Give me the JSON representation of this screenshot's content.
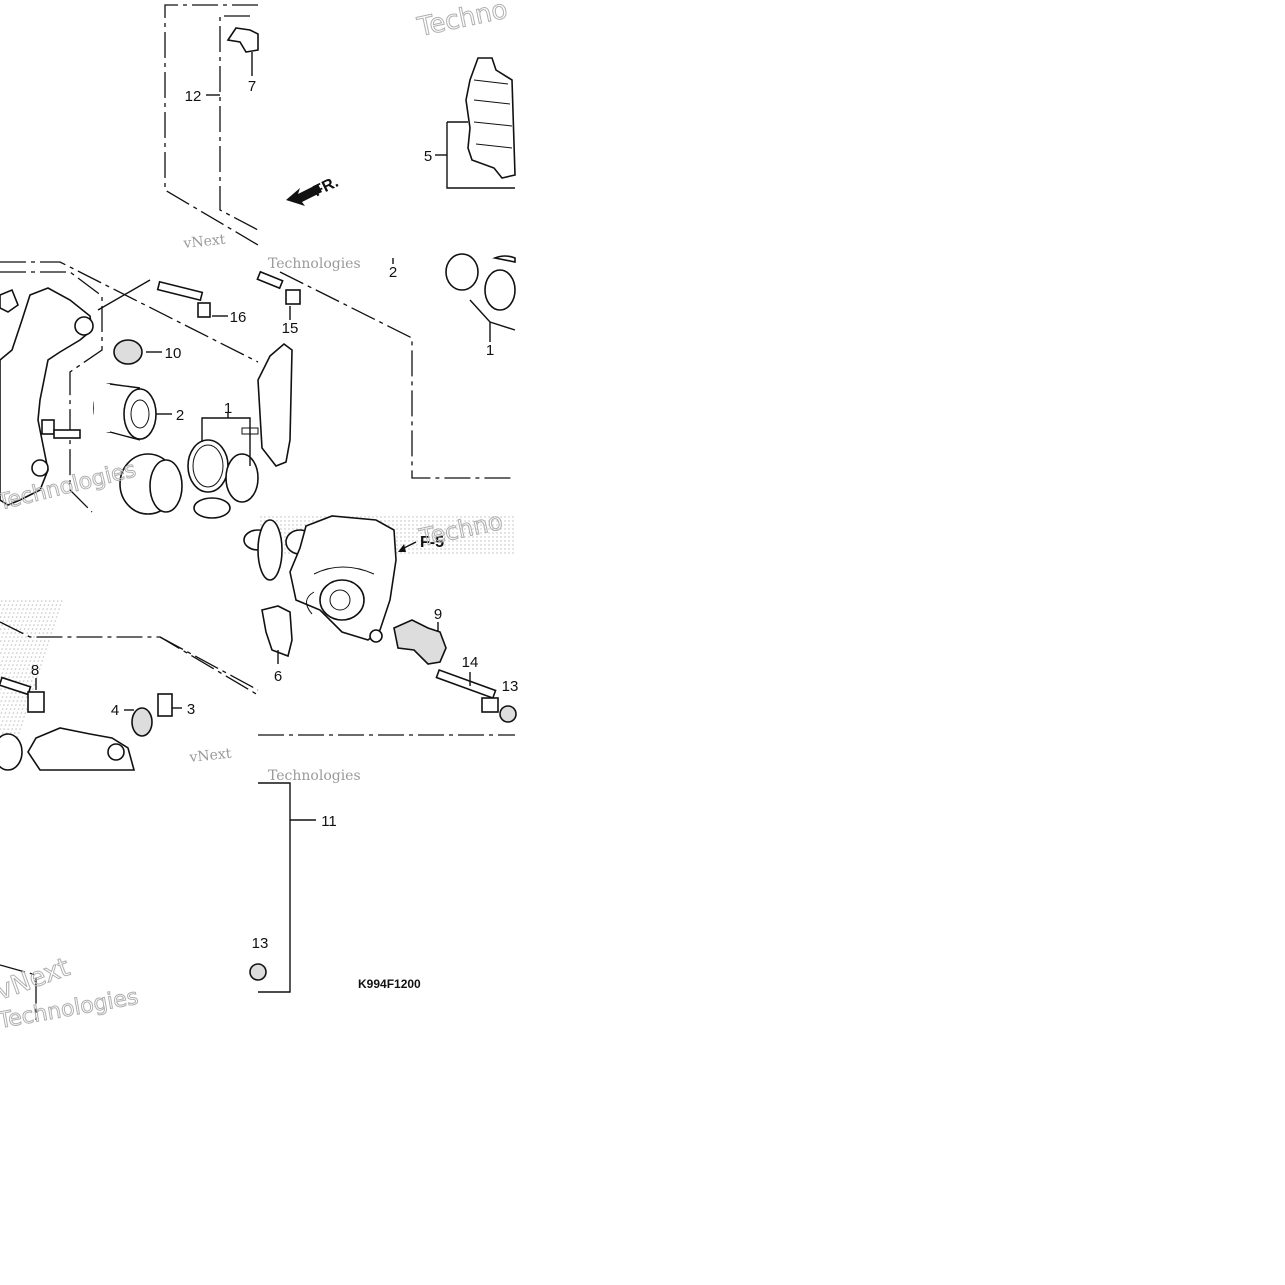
{
  "diagram": {
    "code": "K994F1200",
    "front_marker": "FR.",
    "ref_label": "F-5",
    "callouts": {
      "c1a": "1",
      "c1b": "1",
      "c2a": "2",
      "c2b": "2",
      "c3a": "3",
      "c4": "4",
      "c5": "5",
      "c6": "6",
      "c7": "7",
      "c8": "8",
      "c9": "9",
      "c10": "10",
      "c11": "11",
      "c12": "12",
      "c13a": "13",
      "c13b": "13",
      "c14": "14",
      "c15": "15",
      "c16": "16"
    }
  },
  "watermark": {
    "line1": "vNext",
    "line2": "Technologies",
    "short": "Techno"
  }
}
